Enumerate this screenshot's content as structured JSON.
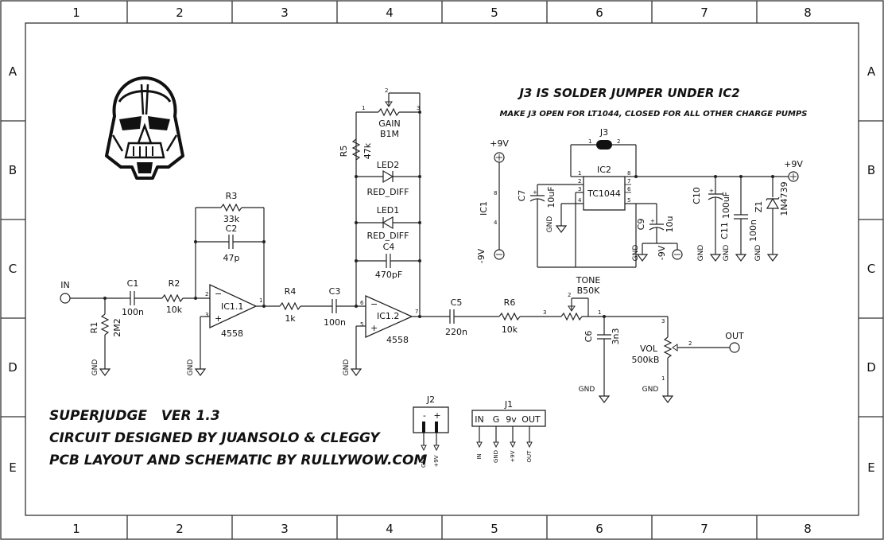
{
  "sheet": {
    "columns": [
      "1",
      "2",
      "3",
      "4",
      "5",
      "6",
      "7",
      "8"
    ],
    "rows": [
      "A",
      "B",
      "C",
      "D",
      "E"
    ]
  },
  "notes": {
    "jumper_title": "J3 IS SOLDER JUMPER UNDER IC2",
    "jumper_detail": "MAKE J3 OPEN FOR LT1044, CLOSED FOR ALL OTHER CHARGE PUMPS"
  },
  "title_block": {
    "line1": "SUPERJUDGE   VER 1.3",
    "line2": "CIRCUIT DESIGNED BY JUANSOLO & CLEGGY",
    "line3": "PCB LAYOUT AND SCHEMATIC BY RULLYWOW.COM"
  },
  "ports": {
    "in": "IN",
    "out": "OUT"
  },
  "components": {
    "R1": {
      "ref": "R1",
      "value": "2M2"
    },
    "C1": {
      "ref": "C1",
      "value": "100n"
    },
    "R2": {
      "ref": "R2",
      "value": "10k"
    },
    "R3": {
      "ref": "R3",
      "value": "33k"
    },
    "C2": {
      "ref": "C2",
      "value": "47p"
    },
    "IC11": {
      "ref": "IC1.1",
      "value": "4558"
    },
    "R4": {
      "ref": "R4",
      "value": "1k"
    },
    "C3": {
      "ref": "C3",
      "value": "100n"
    },
    "IC12": {
      "ref": "IC1.2",
      "value": "4558"
    },
    "R5": {
      "ref": "R5",
      "value": "47k"
    },
    "GAIN": {
      "ref": "GAIN",
      "value": "B1M"
    },
    "LED2": {
      "ref": "LED2",
      "value": "RED_DIFF"
    },
    "LED1": {
      "ref": "LED1",
      "value": "RED_DIFF"
    },
    "C4": {
      "ref": "C4",
      "value": "470pF"
    },
    "C5": {
      "ref": "C5",
      "value": "220n"
    },
    "R6": {
      "ref": "R6",
      "value": "10k"
    },
    "TONE": {
      "ref": "TONE",
      "value": "B50K"
    },
    "C6": {
      "ref": "C6",
      "value": "3n3"
    },
    "VOL": {
      "ref": "VOL",
      "value": "500kB"
    },
    "IC1": {
      "ref": "IC1"
    },
    "C7": {
      "ref": "C7",
      "value": "10uF"
    },
    "J3": {
      "ref": "J3"
    },
    "IC2": {
      "ref": "IC2",
      "value": "TC1044"
    },
    "C9": {
      "ref": "C9",
      "value": "10u"
    },
    "C10": {
      "ref": "C10",
      "value": "100uF"
    },
    "C11": {
      "ref": "C11",
      "value": "100n"
    },
    "Z1": {
      "ref": "Z1",
      "value": "1N4739"
    },
    "J2": {
      "ref": "J2",
      "minus": "-",
      "plus": "+",
      "pin1": "GND",
      "pin2": "+9V"
    },
    "J1": {
      "ref": "J1",
      "pins": [
        "IN",
        "G",
        "9v",
        "OUT"
      ],
      "nets": [
        "IN",
        "GND",
        "+9V",
        "OUT"
      ]
    }
  },
  "nets": {
    "gnd": "GND",
    "p9v": "+9V",
    "m9v": "-9V"
  },
  "pins": {
    "p1": "1",
    "p2": "2",
    "p3": "3",
    "p4": "4",
    "p5": "5",
    "p6": "6",
    "p7": "7",
    "p8": "8"
  }
}
